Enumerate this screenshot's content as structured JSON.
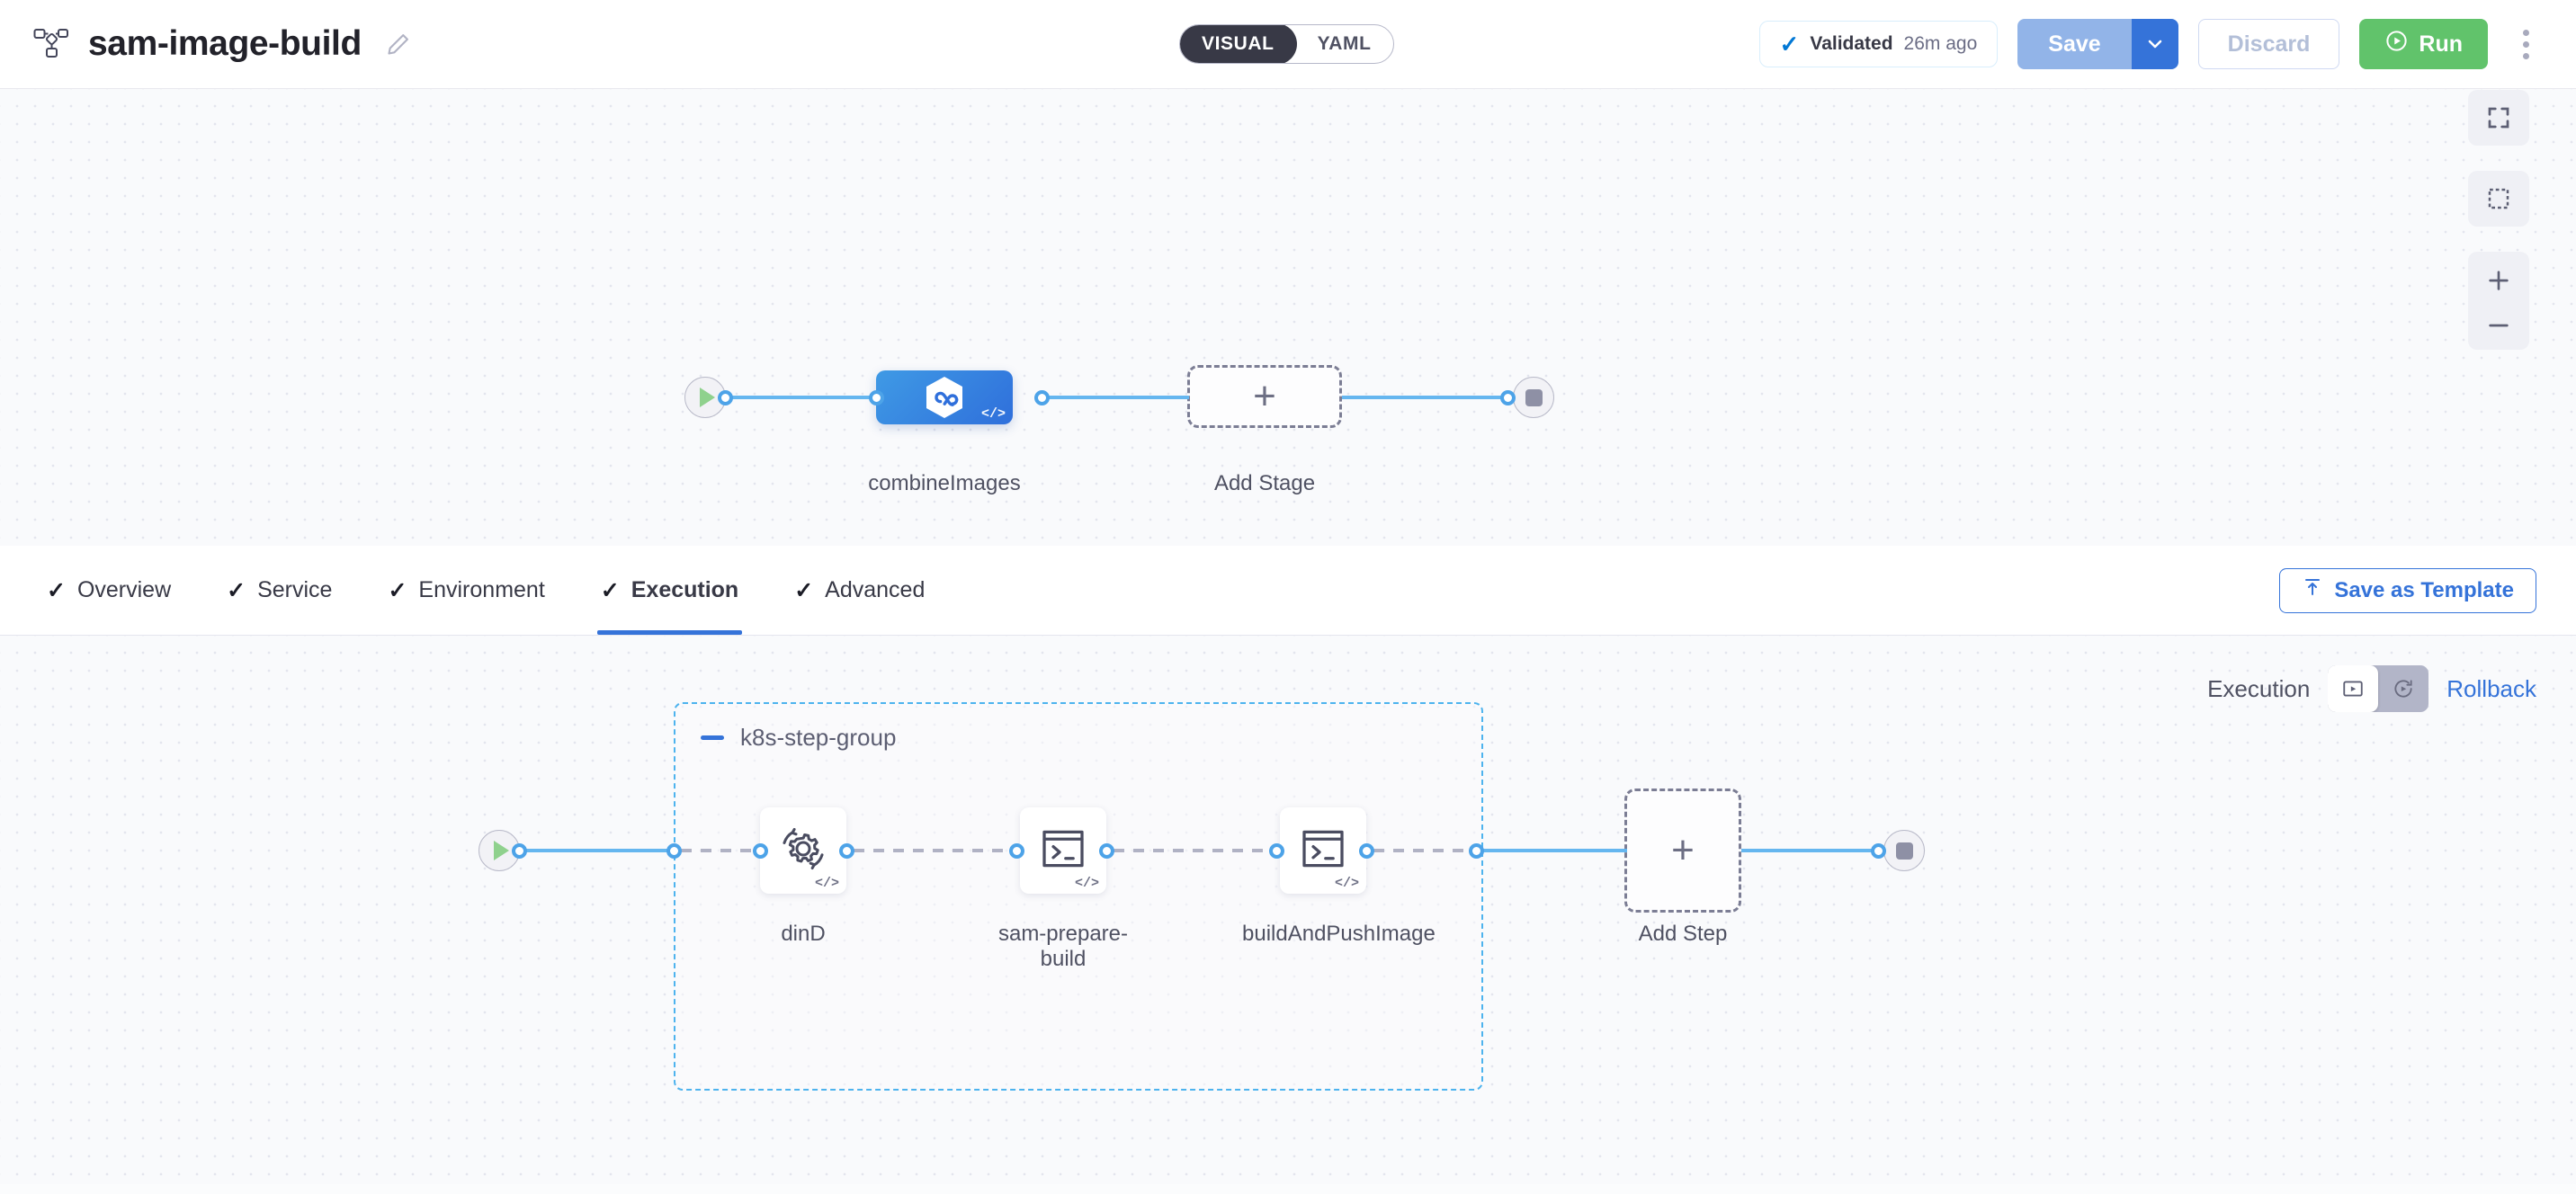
{
  "header": {
    "pipeline_icon": "pipeline-nodes-icon",
    "title": "sam-image-build",
    "edit_icon": "pencil-edit-icon",
    "mode_toggle": {
      "options": [
        "VISUAL",
        "YAML"
      ],
      "selected": "VISUAL"
    },
    "validated": {
      "icon": "check-icon",
      "label": "Validated",
      "time": "26m ago"
    },
    "save": {
      "label": "Save",
      "caret_icon": "chevron-down-icon",
      "disabled": true
    },
    "discard": {
      "label": "Discard",
      "disabled": true
    },
    "run": {
      "label": "Run",
      "icon": "play-circle-icon"
    },
    "more_icon": "kebab-menu-icon"
  },
  "stage_canvas": {
    "start_node": {
      "icon": "play-icon",
      "name": "pipeline-start"
    },
    "stage": {
      "label": "combineImages",
      "icon": "harness-hexagon-icon",
      "code_badge": "</>"
    },
    "add_stage": {
      "label": "Add Stage",
      "icon": "plus-icon"
    },
    "end_node": {
      "icon": "stop-icon",
      "name": "pipeline-end"
    },
    "zoom_controls": [
      {
        "name": "fit-to-screen-button",
        "icon": "expand-icon"
      },
      {
        "name": "marquee-select-button",
        "icon": "dashed-square-icon"
      },
      {
        "name": "zoom-in-button",
        "icon": "plus-icon"
      },
      {
        "name": "zoom-out-button",
        "icon": "minus-icon"
      }
    ]
  },
  "tabbar": {
    "tabs": [
      {
        "label": "Overview",
        "checked": true,
        "active": false
      },
      {
        "label": "Service",
        "checked": true,
        "active": false
      },
      {
        "label": "Environment",
        "checked": true,
        "active": false
      },
      {
        "label": "Execution",
        "checked": true,
        "active": true
      },
      {
        "label": "Advanced",
        "checked": true,
        "active": false
      }
    ],
    "save_as_template": {
      "label": "Save as Template",
      "icon": "upload-template-icon"
    }
  },
  "execution": {
    "mode_label": "Execution",
    "rollback_label": "Rollback",
    "toggle": [
      {
        "name": "execution-view-toggle",
        "icon": "play-box-icon",
        "selected": true
      },
      {
        "name": "rollback-view-toggle",
        "icon": "rotate-icon",
        "selected": false
      }
    ],
    "start_node": {
      "icon": "play-icon",
      "name": "execution-start"
    },
    "step_group": {
      "title": "k8s-step-group",
      "collapse_icon": "minus-icon",
      "steps": [
        {
          "label": "dinD",
          "icon": "gear-rotate-icon",
          "code_badge": "</>"
        },
        {
          "label": "sam-prepare-build",
          "icon": "terminal-icon",
          "code_badge": "</>"
        },
        {
          "label": "buildAndPushImage",
          "icon": "terminal-icon",
          "code_badge": "</>"
        }
      ]
    },
    "add_step": {
      "label": "Add Step",
      "icon": "plus-icon"
    },
    "end_node": {
      "icon": "stop-icon",
      "name": "execution-end"
    }
  },
  "colors": {
    "accent_blue": "#3573d9",
    "edge_blue": "#65b6ef",
    "run_green": "#61c36b",
    "group_border": "#4db3ee",
    "canvas_bg": "#f9fafc"
  }
}
